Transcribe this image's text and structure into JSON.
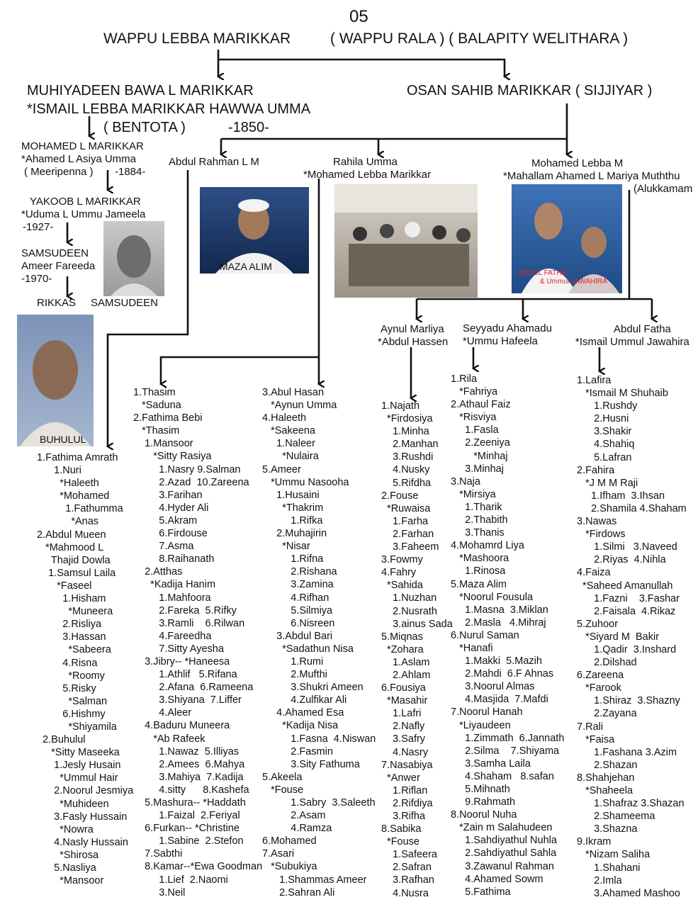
{
  "page_number": "05",
  "root": {
    "name": "WAPPU LEBBA MARIKKAR",
    "alias": "( WAPPU RALA ) ( BALAPITY  WELITHARA )"
  },
  "left_branch": {
    "l1": "MUHIYADEEN BAWA L MARIKKAR",
    "l2": "*ISMAIL LEBBA MARIKKAR HAWWA UMMA",
    "l3": "( BENTOTA )",
    "year": "-1850-"
  },
  "right_branch": {
    "name": "OSAN SAHIB MARIKKAR ( SIJJIYAR )"
  },
  "lineage": {
    "m1": "MOHAMED L MARIKKAR",
    "m2": "*Ahamed L Asiya Umma",
    "m3": "( Meeripenna )",
    "m3y": "-1884-",
    "y1": "YAKOOB L MARIKKAR",
    "y2": "*Uduma L Ummu Jameela",
    "y3": "-1927-",
    "s1": "SAMSUDEEN",
    "s2": "Ameer Fareeda",
    "s3": "-1970-",
    "rikkas": "RIKKAS",
    "samsudeen_caption": "SAMSUDEEN",
    "buhulul_caption": "BUHULUL"
  },
  "osan_children": {
    "abdul_rahman": "Abdul Rahman L M",
    "rahila1": "Rahila Umma",
    "rahila2": "*Mohamed Lebba Marikkar",
    "mlm1": "Mohamed Lebba M",
    "mlm2": "*Mahallam Ahamed L Mariya Muththu",
    "mlm3": "(Alukkamam"
  },
  "photo_captions": {
    "maza": "MAZA ALIM",
    "abdul_fatha": "ABDUL FATHA",
    "jawahira": "& Ummul JAWAHIRA"
  },
  "mlm_children": {
    "aynul1": "Aynul Marliya",
    "aynul2": "*Abdul Hassen",
    "seyyadu1": "Seyyadu Ahamadu",
    "seyyadu2": "*Ummu Hafeela",
    "fatha1": "Abdul Fatha",
    "fatha2": "*Ismail Ummul Jawahira"
  },
  "col1": [
    "1.Fathima Amrath",
    "      1.Nuri",
    "        *Haleeth",
    "        *Mohamed",
    "          1.Fathumma",
    "            *Anas",
    "2.Abdul Mueen",
    "   *Mahmood L",
    "     Thajid Dowla",
    "    1.Samsul Laila",
    "       *Faseel",
    "         1.Hisham",
    "           *Muneera",
    "         2.Risliya",
    "         3.Hassan",
    "           *Sabeera",
    "         4.Risna",
    "           *Roomy",
    "         5.Risky",
    "           *Salman",
    "         6.Hishmy",
    "           *Shiyamila",
    "  2.Buhulul",
    "     *Sitty Maseeka",
    "      1.Jesly Husain",
    "        *Ummul Hair",
    "      2.Noorul Jesmiya",
    "        *Muhideen",
    "      3.Fasly Hussain",
    "        *Nowra",
    "      4.Nasly Hussain",
    "        *Shirosa",
    "      5.Nasliya",
    "        *Mansoor"
  ],
  "col2": [
    "1.Thasim",
    "   *Saduna",
    "2.Fathima Bebi",
    "   *Thasim",
    "    1.Mansoor",
    "       *Sitty Rasiya",
    "         1.Nasry 9.Salman",
    "         2.Azad  10.Zareena",
    "         3.Farihan",
    "         4.Hyder Ali",
    "         5.Akram",
    "         6.Firdouse",
    "         7.Asma",
    "         8.Raihanath",
    "    2.Atthas",
    "      *Kadija Hanim",
    "         1.Mahfoora",
    "         2.Fareka  5.Rifky",
    "         3.Ramli    6.Rilwan",
    "         4.Fareedha",
    "         7.Sitty Ayesha",
    "    3.Jibry-- *Haneesa",
    "         1.Athlif   5.Rifana",
    "         2.Afana  6.Rameena",
    "         3.Shiyana  7.Liffer",
    "         4.Aleer",
    "    4.Baduru Muneera",
    "       *Ab Rafeek",
    "         1.Nawaz  5.Illiyas",
    "         2.Amees  6.Mahya",
    "         3.Mahiya  7.Kadija",
    "         4.sitty      8.Kashefa",
    "    5.Mashura-- *Haddath",
    "         1.Faizal  2.Feriyal",
    "    6.Furkan-- *Christine",
    "         1.Sabine  2.Stefon",
    "    7.Sabthi",
    "    8.Kamar--*Ewa Goodman",
    "         1.Lief  2.Naomi",
    "         3.Neil"
  ],
  "col3": [
    "3.Abul Hasan",
    "   *Aynun Umma",
    "4.Haleeth",
    "   *Sakeena",
    "     1.Naleer",
    "       *Nulaira",
    "5.Ameer",
    "   *Ummu Nasooha",
    "     1.Husaini",
    "       *Thakrim",
    "          1.Rifka",
    "     2.Muhajirin",
    "       *Nisar",
    "          1.Rifna",
    "          2.Rishana",
    "          3.Zamina",
    "          4.Rifhan",
    "          5.Silmiya",
    "          6.Nisreen",
    "     3.Abdul Bari",
    "       *Sadathun Nisa",
    "          1.Rumi",
    "          2.Mufthi",
    "          3.Shukri Ameen",
    "          4.Zulfikar Ali",
    "     4.Ahamed Esa",
    "       *Kadija Nisa",
    "          1.Fasna  4.Niswan",
    "          2.Fasmin",
    "          3.Sity Fathuma",
    "5.Akeela",
    "   *Fouse",
    "          1.Sabry  3.Saleeth",
    "          2.Asam",
    "          4.Ramza",
    "6.Mohamed",
    "7.Asari",
    "   *Subukiya",
    "      1.Shammas Ameer",
    "      2.Sahran Ali"
  ],
  "col4": [
    "1.Najath",
    "  *Firdosiya",
    "    1.Minha",
    "    2.Manhan",
    "    3.Rushdi",
    "    4.Nusky",
    "    5.Rifdha",
    "2.Fouse",
    "  *Ruwaisa",
    "    1.Farha",
    "    2.Farhan",
    "    3.Faheem",
    "3.Fowmy",
    "4.Fahry",
    "  *Sahida",
    "    1.Nuzhan",
    "    2.Nusrath",
    "    3.ainus Sada",
    "5.Miqnas",
    "  *Zohara",
    "    1.Aslam",
    "    2.Ahlam",
    "6.Fousiya",
    "  *Masahir",
    "    1.Lafri",
    "    2.Nafly",
    "    3.Safry",
    "    4.Nasry",
    "7.Nasabiya",
    "  *Anwer",
    "    1.Riflan",
    "    2.Rifdiya",
    "    3.Rifha",
    "8.Sabika",
    "  *Fouse",
    "    1.Safeera",
    "    2.Safran",
    "    3.Rafhan",
    "    4.Nusra"
  ],
  "col5": [
    "1.Rila",
    "   *Fahriya",
    "2.Athaul Faiz",
    "   *Risviya",
    "     1.Fasla",
    "     2.Zeeniya",
    "        *Minhaj",
    "     3.Minhaj",
    "3.Naja",
    "   *Mirsiya",
    "     1.Tharik",
    "     2.Thabith",
    "     3.Thanis",
    "4.Mohamrd Liya",
    "   *Mashoora",
    "     1.Rinosa",
    "5.Maza Alim",
    "   *Noorul Fousula",
    "     1.Masna  3.Miklan",
    "     2.Masla   4.Mihraj",
    "6.Nurul Saman",
    "   *Hanafi",
    "     1.Makki  5.Mazih",
    "     2.Mahdi  6.F Ahnas",
    "     3.Noorul Almas",
    "     4.Masjida  7.Mafdi",
    "7.Noorul Hanah",
    "   *Liyaudeen",
    "     1.Zimmath  6.Jannath",
    "     2.Silma    7.Shiyama",
    "     3.Samha Laila",
    "     4.Shaham   8.safan",
    "     5.Mihnath",
    "     9.Rahmath",
    "8.Noorul Nuha",
    "   *Zain m Salahudeen",
    "     1.Sahdiyathul Nuhla",
    "     2.Sahdiyathul Sahla",
    "     3.Zawanul Rahman",
    "     4.Ahamed Sowm",
    "     5.Fathima"
  ],
  "col6": [
    "1.Lafira",
    "   *Ismail M Shuhaib",
    "      1.Rushdy",
    "      2.Husni",
    "      3.Shakir",
    "      4.Shahiq",
    "      5.Lafran",
    "2.Fahira",
    "   *J M M Raji",
    "     1.Ifham  3.Ihsan",
    "     2.Shamila 4.Shaham",
    "3.Nawas",
    "   *Firdows",
    "      1.Silmi   3.Naveed",
    "      2.Riyas  4.Nihla",
    "4.Faiza",
    "  *Saheed Amanullah",
    "      1.Fazni    3.Fashar",
    "      2.Faisala  4.Rikaz",
    "5.Zuhoor",
    "   *Siyard M  Bakir",
    "      1.Qadir  3.Inshard",
    "      2.Dilshad",
    "6.Zareena",
    "   *Farook",
    "      1.Shiraz  3.Shazny",
    "      2.Zayana",
    "7.Rali",
    "   *Faisa",
    "      1.Fashana 3.Azim",
    "      2.Shazan",
    "8.Shahjehan",
    "   *Shaheela",
    "      1.Shafraz 3.Shazan",
    "      2.Shameema",
    "      3.Shazna",
    "9.Ikram",
    "   *Nizam Saliha",
    "      1.Shahani",
    "      2.Imla",
    "      3.Ahamed Mashoo"
  ]
}
